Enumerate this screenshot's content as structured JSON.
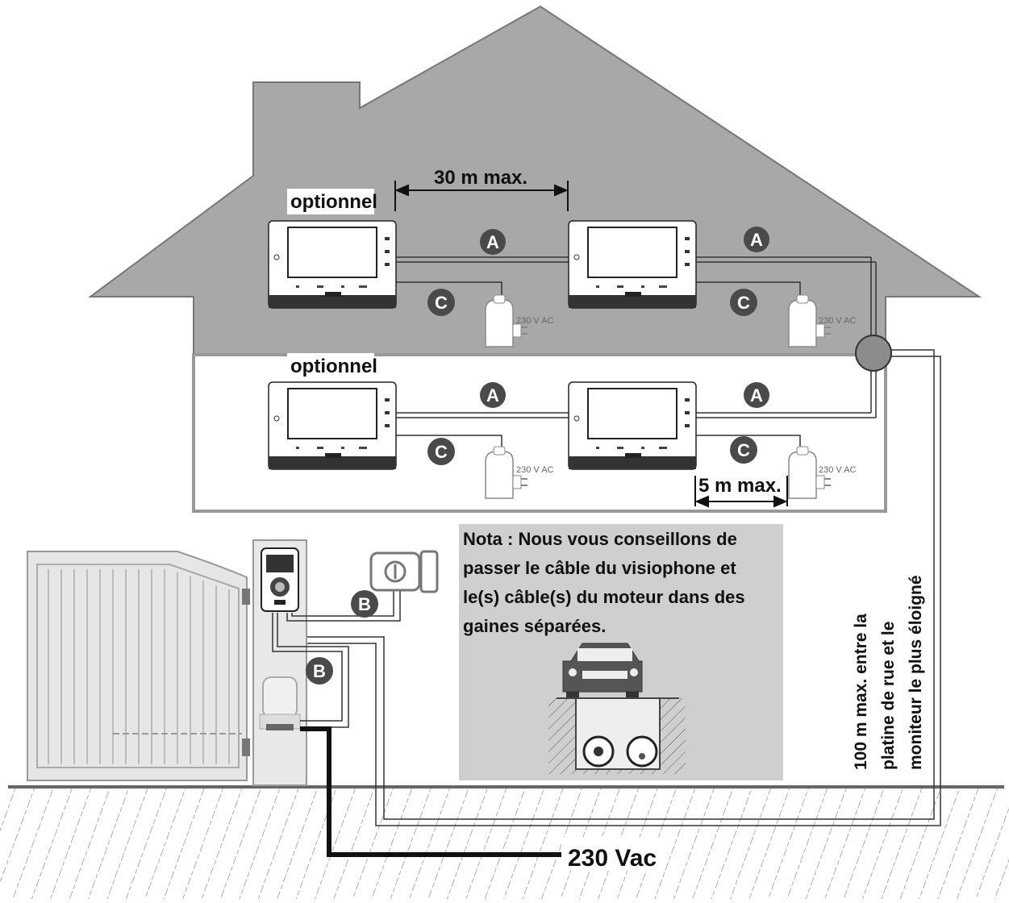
{
  "labels": {
    "optional_top": "optionnel",
    "optional_bottom": "optionnel",
    "dist_30m": "30 m max.",
    "dist_5m": "5 m max.",
    "power_230": "230 Vac",
    "psu_top_1": "230 V AC",
    "psu_top_2": "230 V AC",
    "psu_bot_1": "230 V AC",
    "psu_bot_2": "230 V AC",
    "vertical_line1": "100 m max. entre la",
    "vertical_line2": "platine de rue et le",
    "vertical_line3": "moniteur le plus éloigné"
  },
  "cable_letters": {
    "a": "A",
    "b": "B",
    "c": "C"
  },
  "nota": {
    "line1": "Nota : Nous vous conseillons de",
    "line2": "passer le câble du visiophone et",
    "line3": "le(s) câble(s) du moteur dans des",
    "line4": "gaines séparées."
  },
  "colors": {
    "house_gray": "#a8a8a8",
    "panel_gray": "#cfcfcf",
    "badge_dark": "#4a4a4a",
    "ground_hatch": "#777777"
  }
}
